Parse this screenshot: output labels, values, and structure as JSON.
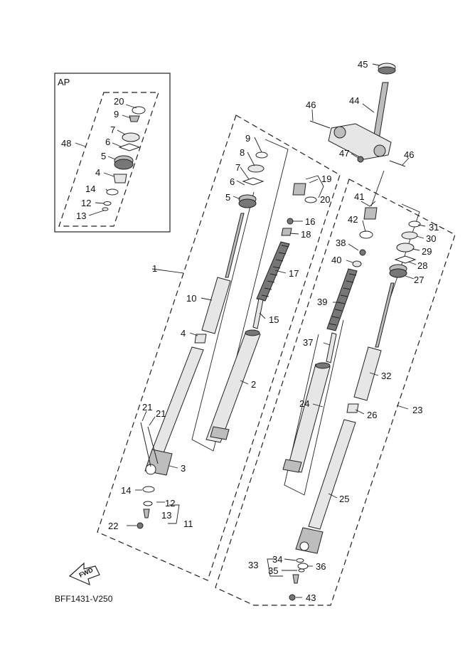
{
  "diagram_code": "BFF1431-V250",
  "ap_box_label": "AP",
  "fwd_label": "FWD",
  "callouts": {
    "c1": "1",
    "c2": "2",
    "c3": "3",
    "c4": "4",
    "c5": "5",
    "c6": "6",
    "c7": "7",
    "c8": "8",
    "c9": "9",
    "c10": "10",
    "c11": "11",
    "c12": "12",
    "c13": "13",
    "c14": "14",
    "c15": "15",
    "c16": "16",
    "c17": "17",
    "c18": "18",
    "c19": "19",
    "c20": "20",
    "c21": "21",
    "c22": "22",
    "c23": "23",
    "c24": "24",
    "c25": "25",
    "c26": "26",
    "c27": "27",
    "c28": "28",
    "c29": "29",
    "c30": "30",
    "c31": "31",
    "c32": "32",
    "c33": "33",
    "c34": "34",
    "c35": "35",
    "c36": "36",
    "c37": "37",
    "c38": "38",
    "c39": "39",
    "c40": "40",
    "c41": "41",
    "c42": "42",
    "c43": "43",
    "c44": "44",
    "c45": "45",
    "c46": "46",
    "c47": "47",
    "c48": "48"
  },
  "ap_callouts": {
    "a20": "20",
    "a9": "9",
    "a7": "7",
    "a6": "6",
    "a5": "5",
    "a4": "4",
    "a14": "14",
    "a12": "12",
    "a13": "13",
    "a48": "48"
  }
}
